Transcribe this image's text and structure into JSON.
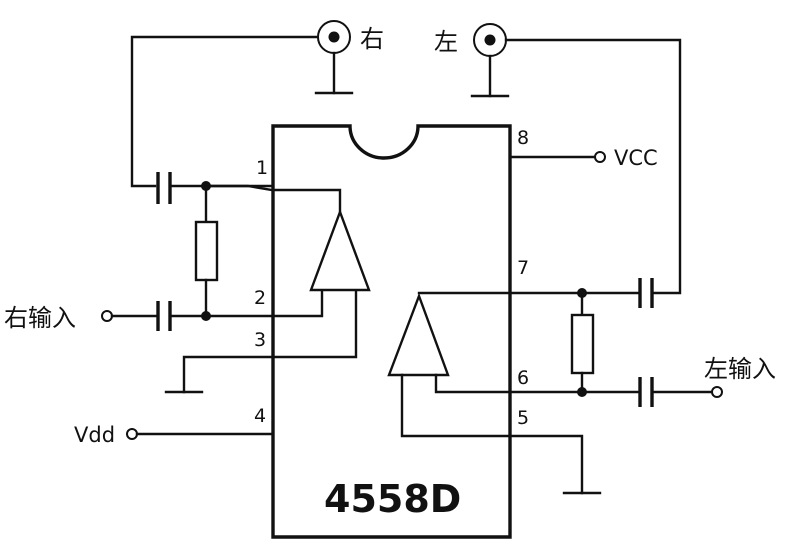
{
  "chip": {
    "part_number": "4558D"
  },
  "pins": {
    "p1": "1",
    "p2": "2",
    "p3": "3",
    "p4": "4",
    "p5": "5",
    "p6": "6",
    "p7": "7",
    "p8": "8"
  },
  "jacks": {
    "right_out": "右",
    "left_out": "左"
  },
  "inputs": {
    "right_in": "右输入",
    "left_in": "左输入"
  },
  "power": {
    "vcc": "VCC",
    "vdd": "Vdd"
  }
}
